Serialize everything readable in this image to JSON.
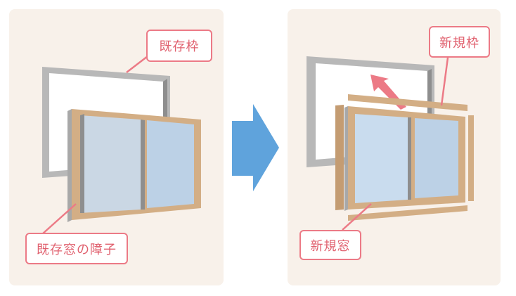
{
  "before": {
    "label_frame": "既存枠",
    "label_sash": "既存窓の障子"
  },
  "after": {
    "label_frame": "新規枠",
    "label_window": "新規窓"
  },
  "colors": {
    "panel": "#f8f1ea",
    "wood": "#d3ae85",
    "gray": "#b8b8b8",
    "glass": "#c9dcee",
    "arrow": "#5fa3dc",
    "accent": "#ec7a86"
  }
}
